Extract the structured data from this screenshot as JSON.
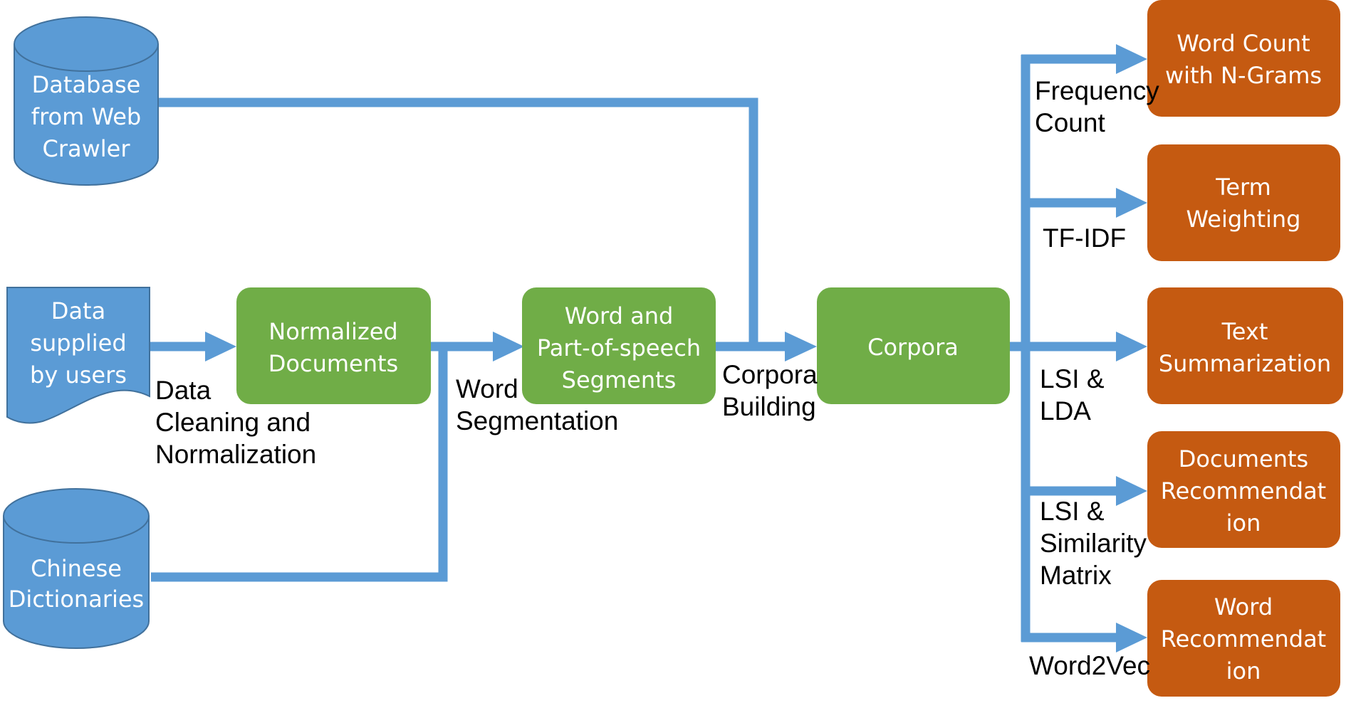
{
  "colors": {
    "blue": "#5b9bd5",
    "blue_stroke": "#41719c",
    "green": "#70ad47",
    "orange": "#c55a11",
    "connector": "#5b9bd5",
    "node_text": "#ffffff",
    "edge_text": "#000000"
  },
  "sources": {
    "web_crawler": [
      "Database",
      "from Web",
      "Crawler"
    ],
    "users": [
      "Data",
      "supplied",
      "by users"
    ],
    "dictionaries": [
      "Chinese",
      "Dictionaries"
    ]
  },
  "process": {
    "normalized": [
      "Normalized",
      "Documents"
    ],
    "segments": [
      "Word and",
      "Part-of-speech",
      "Segments"
    ],
    "corpora": [
      "Corpora"
    ]
  },
  "outputs": {
    "word_count": [
      "Word Count",
      "with N-Grams"
    ],
    "term_weighting": [
      "Term",
      "Weighting"
    ],
    "summarization": [
      "Text",
      "Summarization"
    ],
    "doc_recommendation": [
      "Documents",
      "Recommendat",
      "ion"
    ],
    "word_recommendation": [
      "Word",
      "Recommendat",
      "ion"
    ]
  },
  "edge_labels": {
    "cleaning": [
      "Data",
      "Cleaning and",
      "Normalization"
    ],
    "segmentation": [
      "Word",
      "Segmentation"
    ],
    "corpora_building": [
      "Corpora",
      "Building"
    ],
    "frequency": [
      "Frequency",
      "Count"
    ],
    "tfidf": [
      "TF-IDF"
    ],
    "lsi_lda": [
      "LSI &",
      "LDA"
    ],
    "lsi_similarity": [
      "LSI &",
      "Similarity",
      "Matrix"
    ],
    "word2vec": [
      "Word2Vec"
    ]
  }
}
